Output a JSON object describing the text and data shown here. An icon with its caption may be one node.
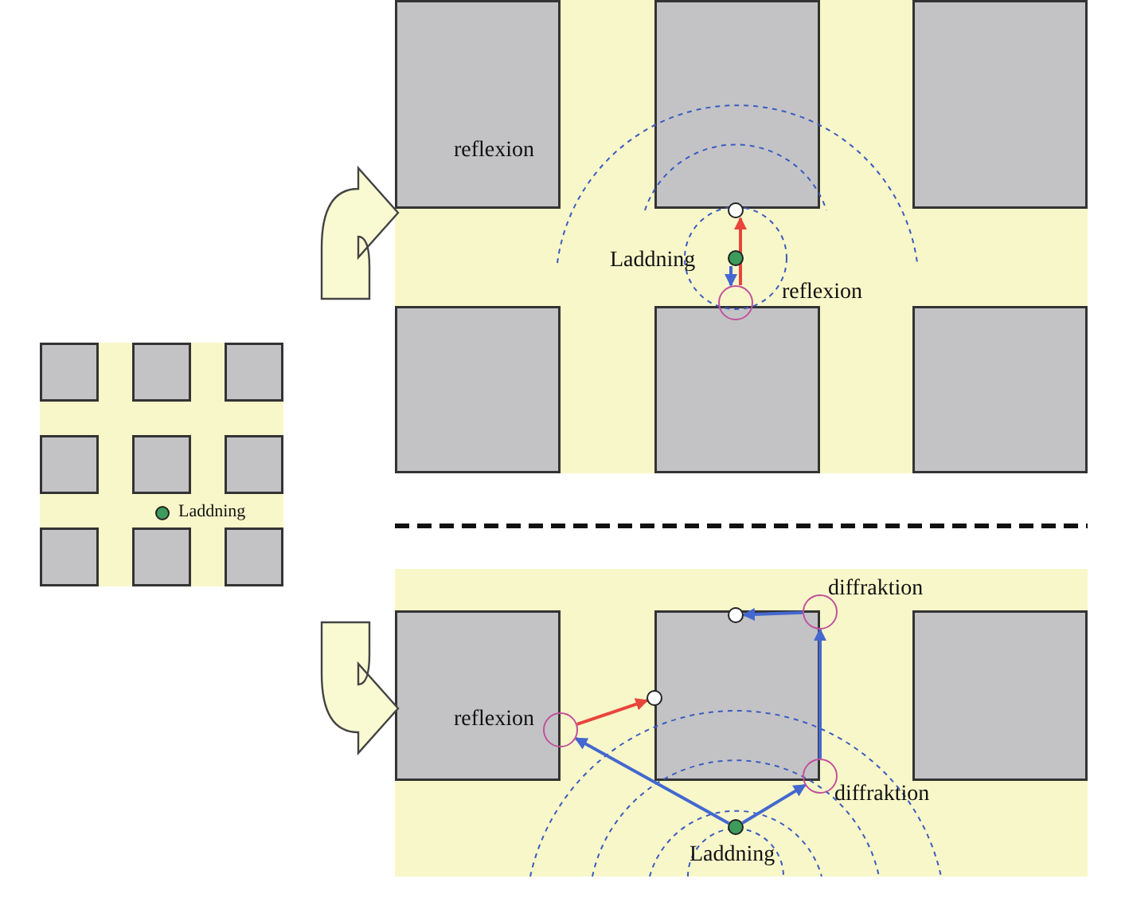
{
  "diagram": {
    "nodes": [
      {
        "text": [
          "Laddning"
        ]
      },
      {
        "text": [],
        "shape": "box"
      },
      {
        "text": [
          "Laddning"
        ],
        "in": 1
      },
      {
        "text": [
          "reflexion"
        ],
        "in": 1
      },
      {
        "text": [],
        "shape": "circle",
        "in": 1
      },
      {
        "text": [],
        "shape": "box"
      },
      {
        "text": [
          "Laddning"
        ],
        "in": 5
      },
      {
        "text": [
          "reflexion"
        ],
        "in": 5
      },
      {
        "text": [],
        "shape": "circle",
        "in": 5
      },
      {
        "text": [
          "diffraktion"
        ],
        "in": 5
      },
      {
        "text": [
          "diffraktion"
        ],
        "in": 5
      },
      {
        "text": [],
        "shape": "circle",
        "in": 5
      }
    ],
    "edges": [
      {
        "from": 0,
        "to": 1,
        "arrow": "to",
        "style": "thick",
        "color": "#fafad2"
      },
      {
        "from": 0,
        "to": 5,
        "arrow": "to",
        "style": "thick",
        "color": "#fafad2"
      },
      {
        "from": 2,
        "to": 3,
        "arrow": "to"
      },
      {
        "from": 3,
        "to": 4,
        "arrow": "to",
        "color": "#e8453c"
      },
      {
        "from": 6,
        "to": 7,
        "arrow": "to"
      },
      {
        "from": 7,
        "to": 8,
        "arrow": "to",
        "color": "#e8453c"
      },
      {
        "from": 6,
        "to": 9,
        "arrow": "to"
      },
      {
        "from": 9,
        "to": 10,
        "arrow": "to"
      },
      {
        "from": 10,
        "to": 11,
        "arrow": "to"
      }
    ],
    "labels": [
      "reflexion"
    ]
  }
}
